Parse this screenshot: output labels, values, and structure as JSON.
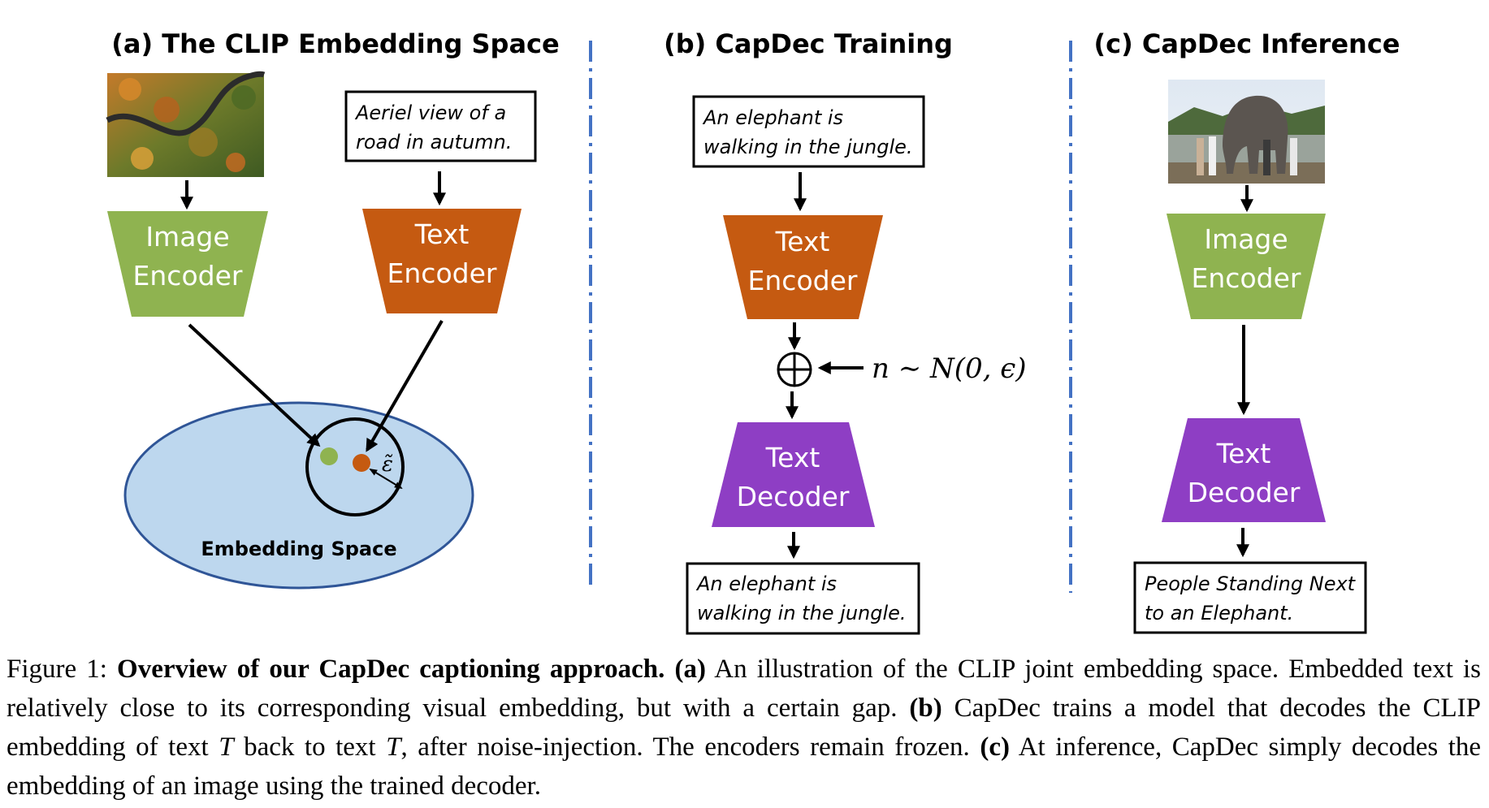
{
  "panels": {
    "a": {
      "title": "(a) The CLIP Embedding Space",
      "text_box_lines": [
        "Aeriel view of a",
        "road in autumn."
      ],
      "image_encoder_lines": [
        "Image",
        "Encoder"
      ],
      "text_encoder_lines": [
        "Text",
        "Encoder"
      ],
      "embedding_label": "Embedding Space",
      "epsilon_label": "ε̃"
    },
    "b": {
      "title": "(b) CapDec Training",
      "input_box_lines": [
        "An elephant is",
        "walking in the jungle."
      ],
      "text_encoder_lines": [
        "Text",
        "Encoder"
      ],
      "noise_label": "n ∼ N(0, ϵ)",
      "text_decoder_lines": [
        "Text",
        "Decoder"
      ],
      "output_box_lines": [
        "An elephant is",
        "walking in the jungle."
      ]
    },
    "c": {
      "title": "(c) CapDec Inference",
      "image_encoder_lines": [
        "Image",
        "Encoder"
      ],
      "text_decoder_lines": [
        "Text",
        "Decoder"
      ],
      "output_box_lines": [
        "People Standing Next",
        "to an Elephant."
      ]
    }
  },
  "colors": {
    "image_encoder": "#8fb350",
    "text_encoder": "#c55a11",
    "text_decoder": "#8e3ec4",
    "embedding_space": "#bdd7ee",
    "embedding_border": "#2f5597",
    "green_point": "#8fb350",
    "orange_point": "#c55a11",
    "divider": "#4472c4"
  },
  "caption": {
    "figure_label": "Figure 1:",
    "bold_title": "Overview of our CapDec captioning approach.",
    "part_a_label": "(a)",
    "part_a_text": "An illustration of the CLIP joint embedding space. Embedded text is relatively close to its corresponding visual embedding, but with a certain gap.",
    "part_b_label": "(b)",
    "part_b_text_1": "CapDec trains a model that decodes the CLIP embedding of text",
    "var_T_1": "T",
    "part_b_text_2": "back to text",
    "var_T_2": "T",
    "part_b_text_3": ", after noise-injection. The encoders remain frozen.",
    "part_c_label": "(c)",
    "part_c_text": "At inference, CapDec simply decodes the embedding of an image using the trained decoder."
  }
}
